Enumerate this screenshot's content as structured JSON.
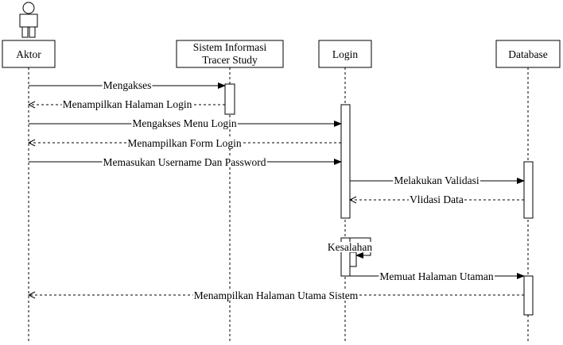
{
  "participants": [
    {
      "id": "aktor",
      "label_lines": [
        "Aktor"
      ],
      "actor_figure": true
    },
    {
      "id": "sistem",
      "label_lines": [
        "Sistem Informasi",
        "Tracer Study"
      ]
    },
    {
      "id": "login",
      "label_lines": [
        "Login"
      ]
    },
    {
      "id": "database",
      "label_lines": [
        "Database"
      ]
    }
  ],
  "messages": [
    {
      "id": "m1",
      "text": "Mengakses",
      "from": "aktor",
      "to": "sistem",
      "kind": "call"
    },
    {
      "id": "m2",
      "text": "Menampilkan Halaman Login",
      "from": "sistem",
      "to": "aktor",
      "kind": "return"
    },
    {
      "id": "m3",
      "text": "Mengakses Menu Login",
      "from": "aktor",
      "to": "login",
      "kind": "call"
    },
    {
      "id": "m4",
      "text": "Menampilkan Form Login",
      "from": "login",
      "to": "aktor",
      "kind": "return"
    },
    {
      "id": "m5",
      "text": "Memasukan Username Dan Password",
      "from": "aktor",
      "to": "login",
      "kind": "call"
    },
    {
      "id": "m6",
      "text": "Melakukan Validasi",
      "from": "login",
      "to": "database",
      "kind": "call"
    },
    {
      "id": "m7",
      "text": "Vlidasi Data",
      "from": "database",
      "to": "login",
      "kind": "return"
    },
    {
      "id": "m8",
      "text": "Kesalahan",
      "from": "login",
      "to": "login",
      "kind": "self"
    },
    {
      "id": "m9",
      "text": "Memuat Halaman Utaman",
      "from": "login",
      "to": "database",
      "kind": "call"
    },
    {
      "id": "m10",
      "text": "Menampilkan Halaman Utama Sistem",
      "from": "database",
      "to": "aktor",
      "kind": "return"
    }
  ]
}
